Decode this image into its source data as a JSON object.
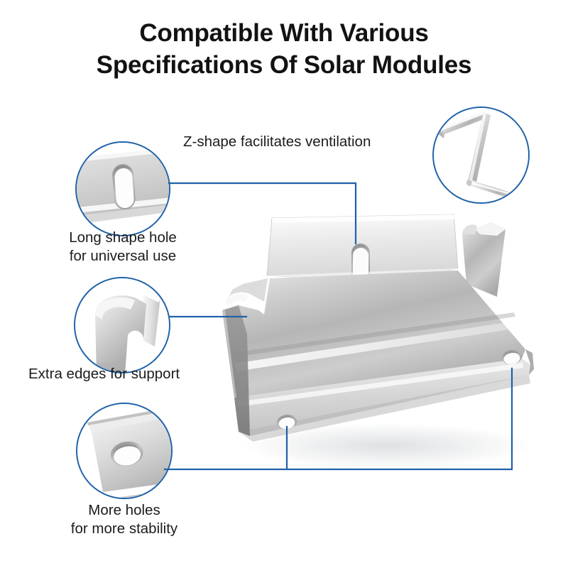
{
  "page": {
    "background": "#ffffff",
    "accent_blue": "#1f62a8",
    "text_color": "#121212",
    "metal_light": "#f2f2f2",
    "metal_mid": "#c9c9c9",
    "metal_dark": "#8a8a8a"
  },
  "title": {
    "line1": "Compatible With Various",
    "line2": "Specifications Of Solar Modules"
  },
  "callouts": [
    {
      "id": "z-shape",
      "label": "Z-shape facilitates ventilation",
      "detail_icon": "z-profile-cross-section"
    },
    {
      "id": "long-hole",
      "label_line1": "Long shape hole",
      "label_line2": "for universal use",
      "detail_icon": "slot-hole-closeup"
    },
    {
      "id": "extra-edges",
      "label": "Extra edges for support",
      "detail_icon": "edge-lip-closeup"
    },
    {
      "id": "more-holes",
      "label_line1": "More holes",
      "label_line2": "for more stability",
      "detail_icon": "round-hole-closeup"
    }
  ],
  "product": {
    "name": "z-shape-solar-mounting-bracket",
    "material_finish": "brushed-aluminum"
  }
}
